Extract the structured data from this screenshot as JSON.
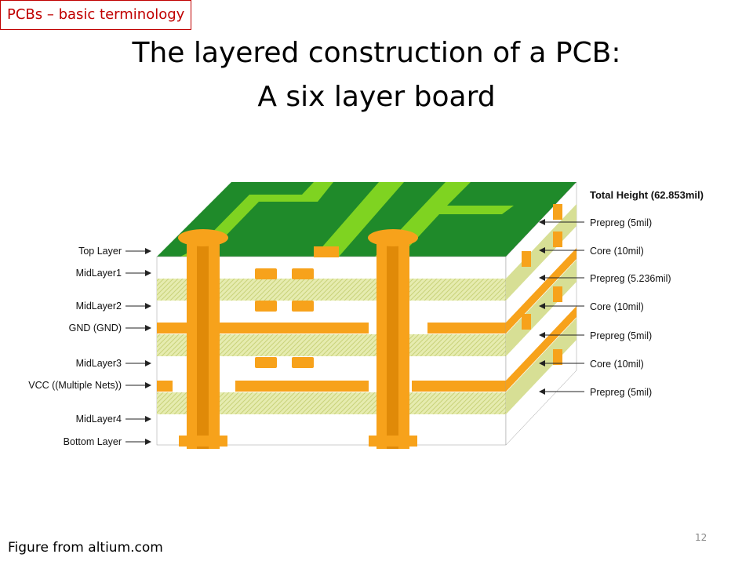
{
  "slide": {
    "tag": "PCBs – basic terminology",
    "title_line1": "The layered construction of a PCB:",
    "title_line2": "A six layer board",
    "source": "Figure from altium.com",
    "page_number": "12"
  },
  "diagram": {
    "left_labels": [
      "Top Layer",
      "MidLayer1",
      "MidLayer2",
      "GND (GND)",
      "MidLayer3",
      "VCC ((Multiple Nets))",
      "MidLayer4",
      "Bottom Layer"
    ],
    "total_height": "Total Height (62.853mil)",
    "right_labels": [
      "Prepreg (5mil)",
      "Core (10mil)",
      "Prepreg (5.236mil)",
      "Core (10mil)",
      "Prepreg (5mil)",
      "Core (10mil)",
      "Prepreg (5mil)"
    ],
    "colors": {
      "board_green": "#1f8a2a",
      "trace_green": "#7fd321",
      "copper_orange": "#f7a21b",
      "prepreg_hatch": "#e2e8a8",
      "core_white": "#ffffff",
      "side_face": "#d7df95"
    }
  }
}
